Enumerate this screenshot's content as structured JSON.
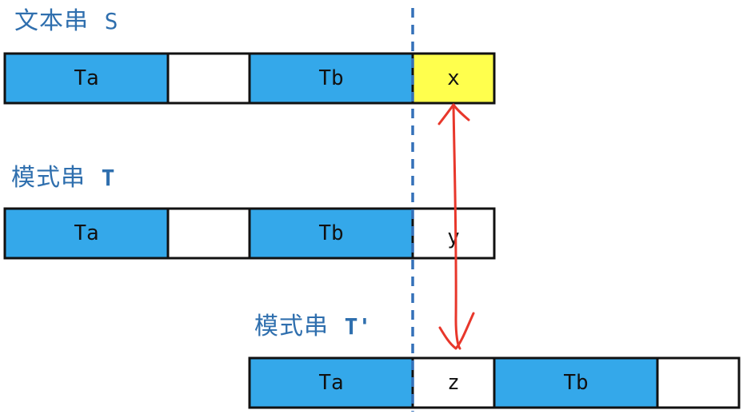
{
  "colors": {
    "blue_cell": "#34a8ea",
    "white_cell": "#ffffff",
    "highlight_cell": "#ffff4d",
    "border": "#111111",
    "label_text": "#2f6fae",
    "dashed_line": "#3470b8",
    "arrow": "#e8372b"
  },
  "text_string": {
    "label_cn": "文本串",
    "label_var": "S",
    "cells": [
      {
        "text": "Ta",
        "fill": "blue"
      },
      {
        "text": "",
        "fill": "white"
      },
      {
        "text": "Tb",
        "fill": "blue"
      },
      {
        "text": "x",
        "fill": "yellow"
      }
    ]
  },
  "pattern_t": {
    "label_cn": "模式串",
    "label_var": "T",
    "cells": [
      {
        "text": "Ta",
        "fill": "blue"
      },
      {
        "text": "",
        "fill": "white"
      },
      {
        "text": "Tb",
        "fill": "blue"
      },
      {
        "text": "y",
        "fill": "white"
      }
    ]
  },
  "pattern_t_prime": {
    "label_cn": "模式串",
    "label_var": "T'",
    "cells": [
      {
        "text": "Ta",
        "fill": "blue"
      },
      {
        "text": "z",
        "fill": "white"
      },
      {
        "text": "Tb",
        "fill": "blue"
      },
      {
        "text": "",
        "fill": "white"
      }
    ]
  }
}
